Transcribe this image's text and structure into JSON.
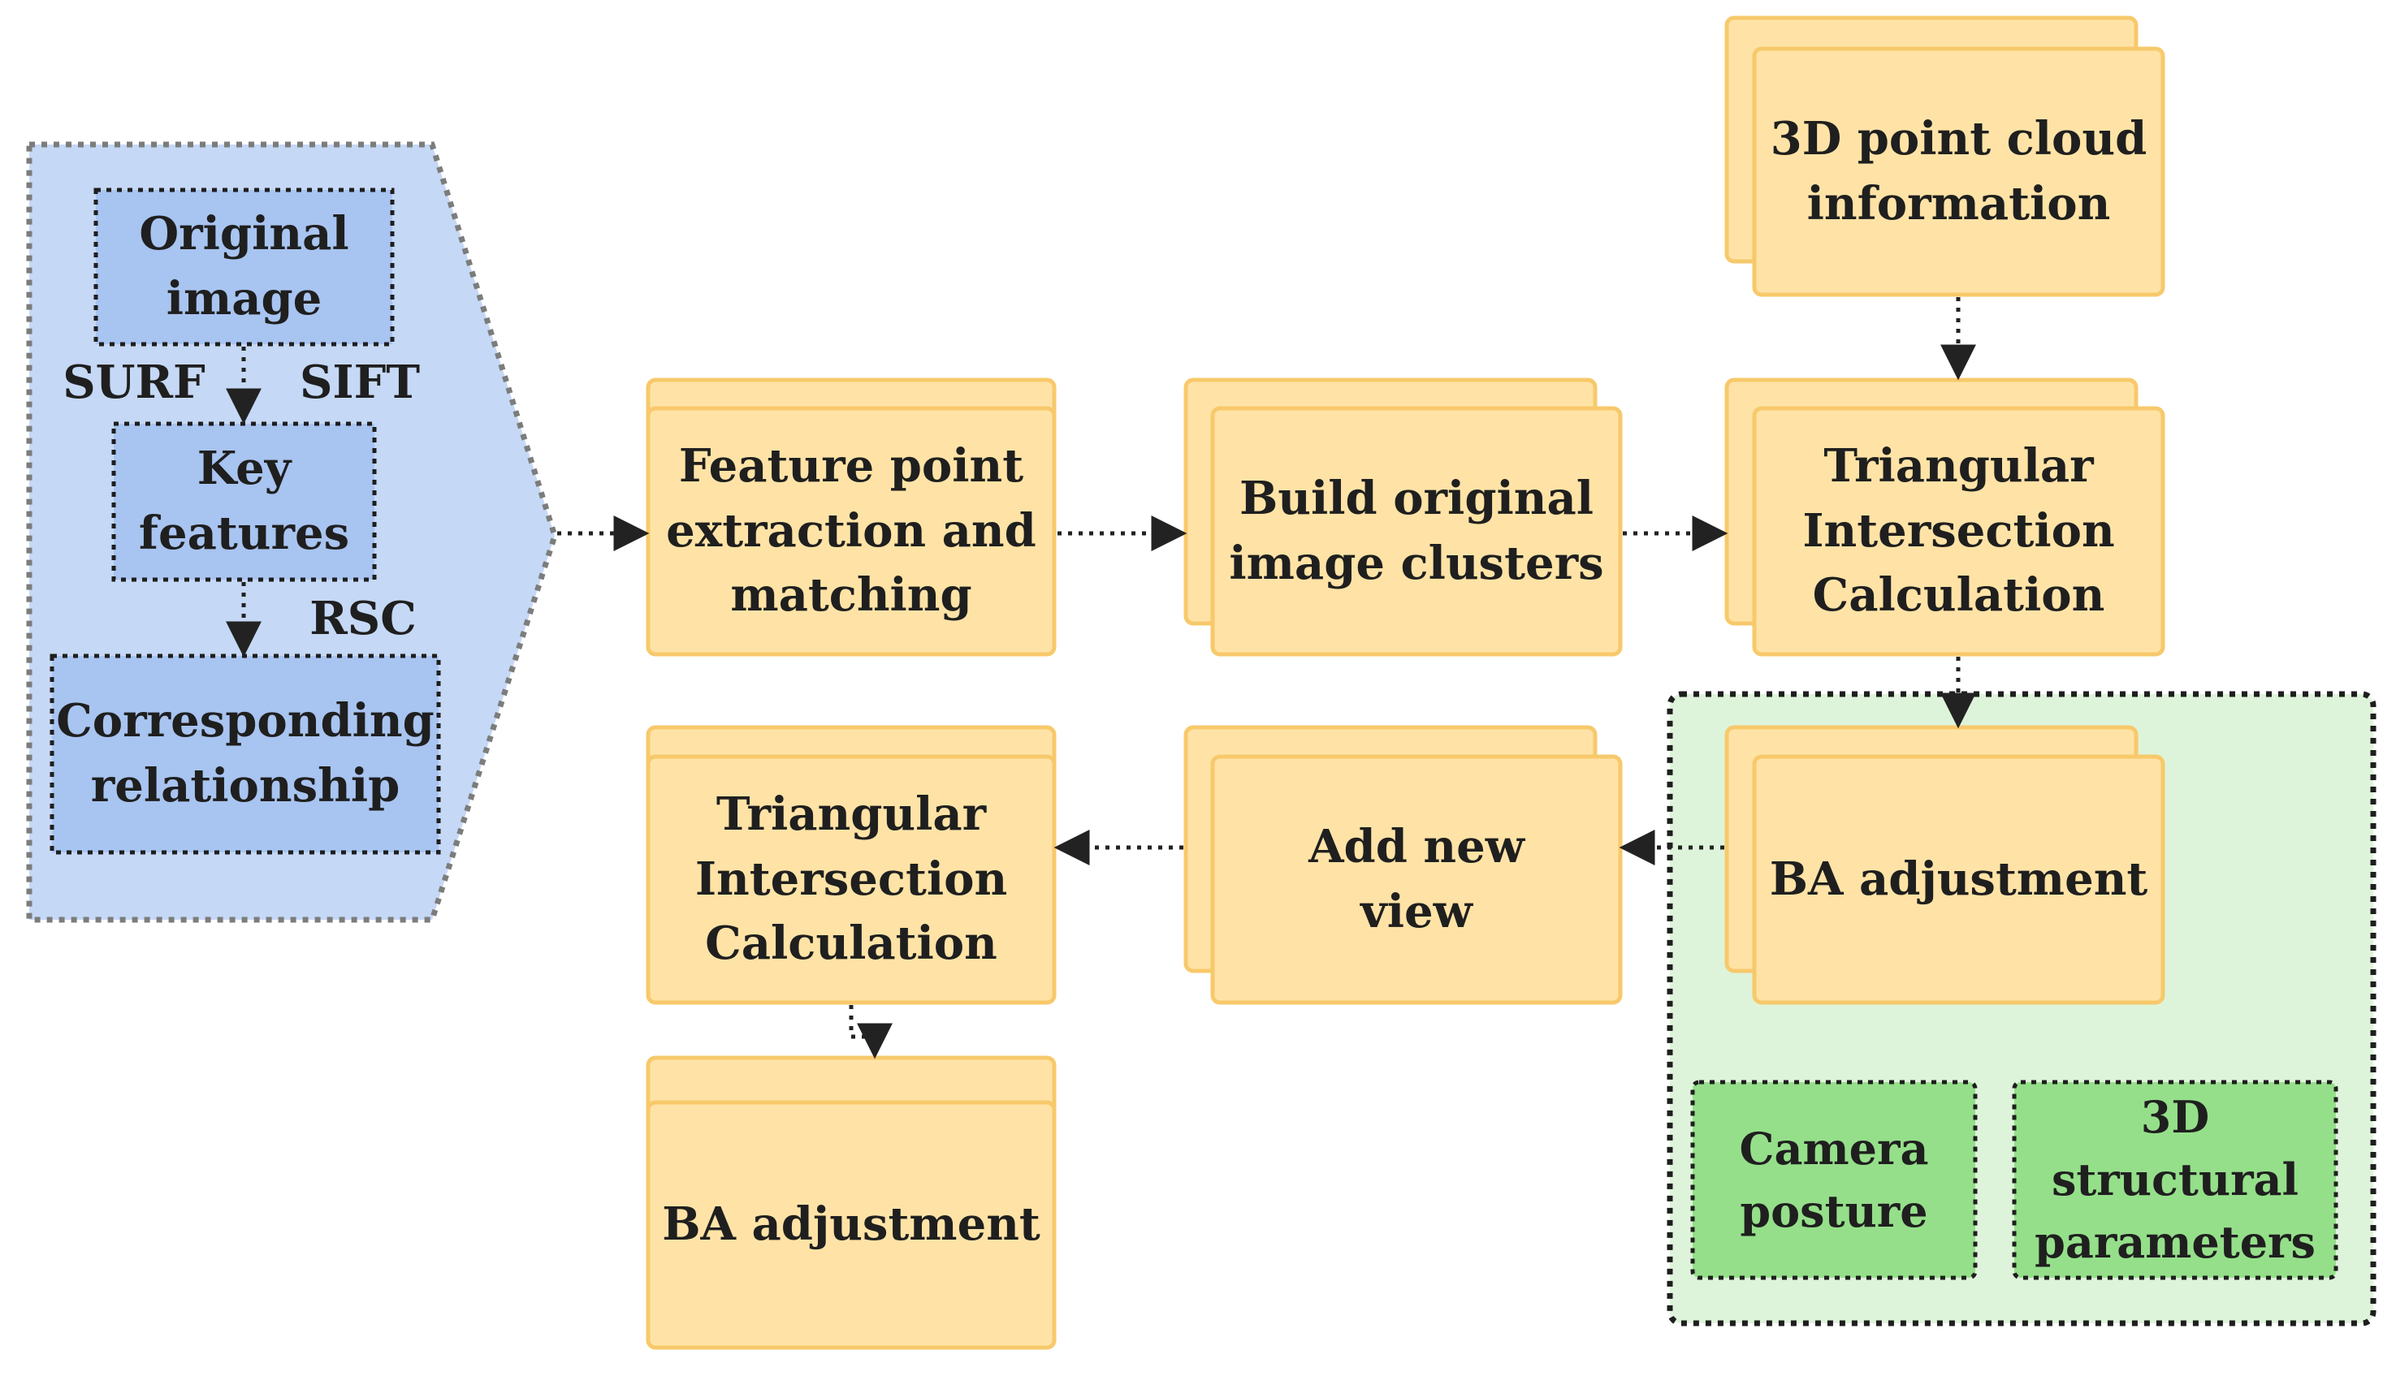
{
  "colors": {
    "blue_panel": "#c5d8f5",
    "blue_box": "#a8c4f0",
    "orange_fill": "#ffe3a6",
    "orange_border": "#f7c96b",
    "green_panel": "#def4da",
    "green_box": "#95df8a",
    "dotted_border": "#1e1e1e",
    "arrow": "#222222"
  },
  "preprocess": {
    "original_image": [
      "Original",
      "image"
    ],
    "key_features": [
      "Key",
      "features"
    ],
    "corresponding_relationship": [
      "Corresponding",
      "relationship"
    ],
    "tag_surf": "SURF",
    "tag_sift": "SIFT",
    "tag_rsc": "RSC"
  },
  "flow": {
    "feature_extraction": [
      "Feature point",
      "extraction and",
      "matching"
    ],
    "build_clusters": [
      "Build original",
      "image clusters"
    ],
    "point_cloud": [
      "3D point cloud",
      "information"
    ],
    "triangulation_top": [
      "Triangular",
      "Intersection",
      "Calculation"
    ],
    "ba_adjustment_right": [
      "BA adjustment"
    ],
    "add_new_view": [
      "Add new",
      "view"
    ],
    "triangulation_bottom": [
      "Triangular",
      "Intersection",
      "Calculation"
    ],
    "ba_adjustment_bottom": [
      "BA adjustment"
    ]
  },
  "outputs": {
    "camera_posture": [
      "Camera",
      "posture"
    ],
    "structural_parameters": [
      "3D",
      "structural",
      "parameters"
    ]
  }
}
